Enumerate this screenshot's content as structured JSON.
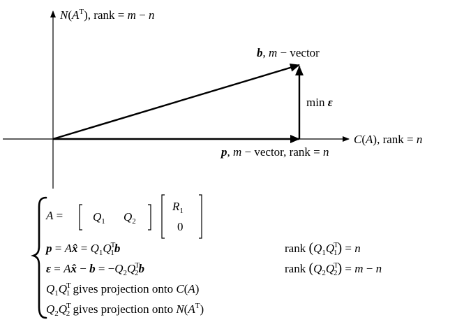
{
  "diagram": {
    "axes": {
      "vertical_label": "N(A^T), rank = m − n",
      "horizontal_label": "C(A), rank = n"
    },
    "vectors": {
      "b_label": "b, m − vector",
      "p_label": "p, m − vector, rank = n",
      "error_label": "min ε"
    }
  },
  "equations": {
    "line1_matrix": "A = [ Q1 Q2 ] [ R1 ; 0 ]",
    "Q1": "Q1",
    "Q2": "Q2",
    "R1": "R1",
    "zero": "0",
    "line2": "p = Ax̂ = Q1Q1^T b",
    "line2_rank": "rank (Q1Q1^T) = n",
    "line3": "ε = Ax̂ − b = −Q2Q2^T b",
    "line3_rank": "rank (Q2Q2^T) = m − n",
    "line4": "Q1Q1^T gives projection onto C(A)",
    "line5": "Q2Q2^T gives projection onto N(A^T)"
  }
}
